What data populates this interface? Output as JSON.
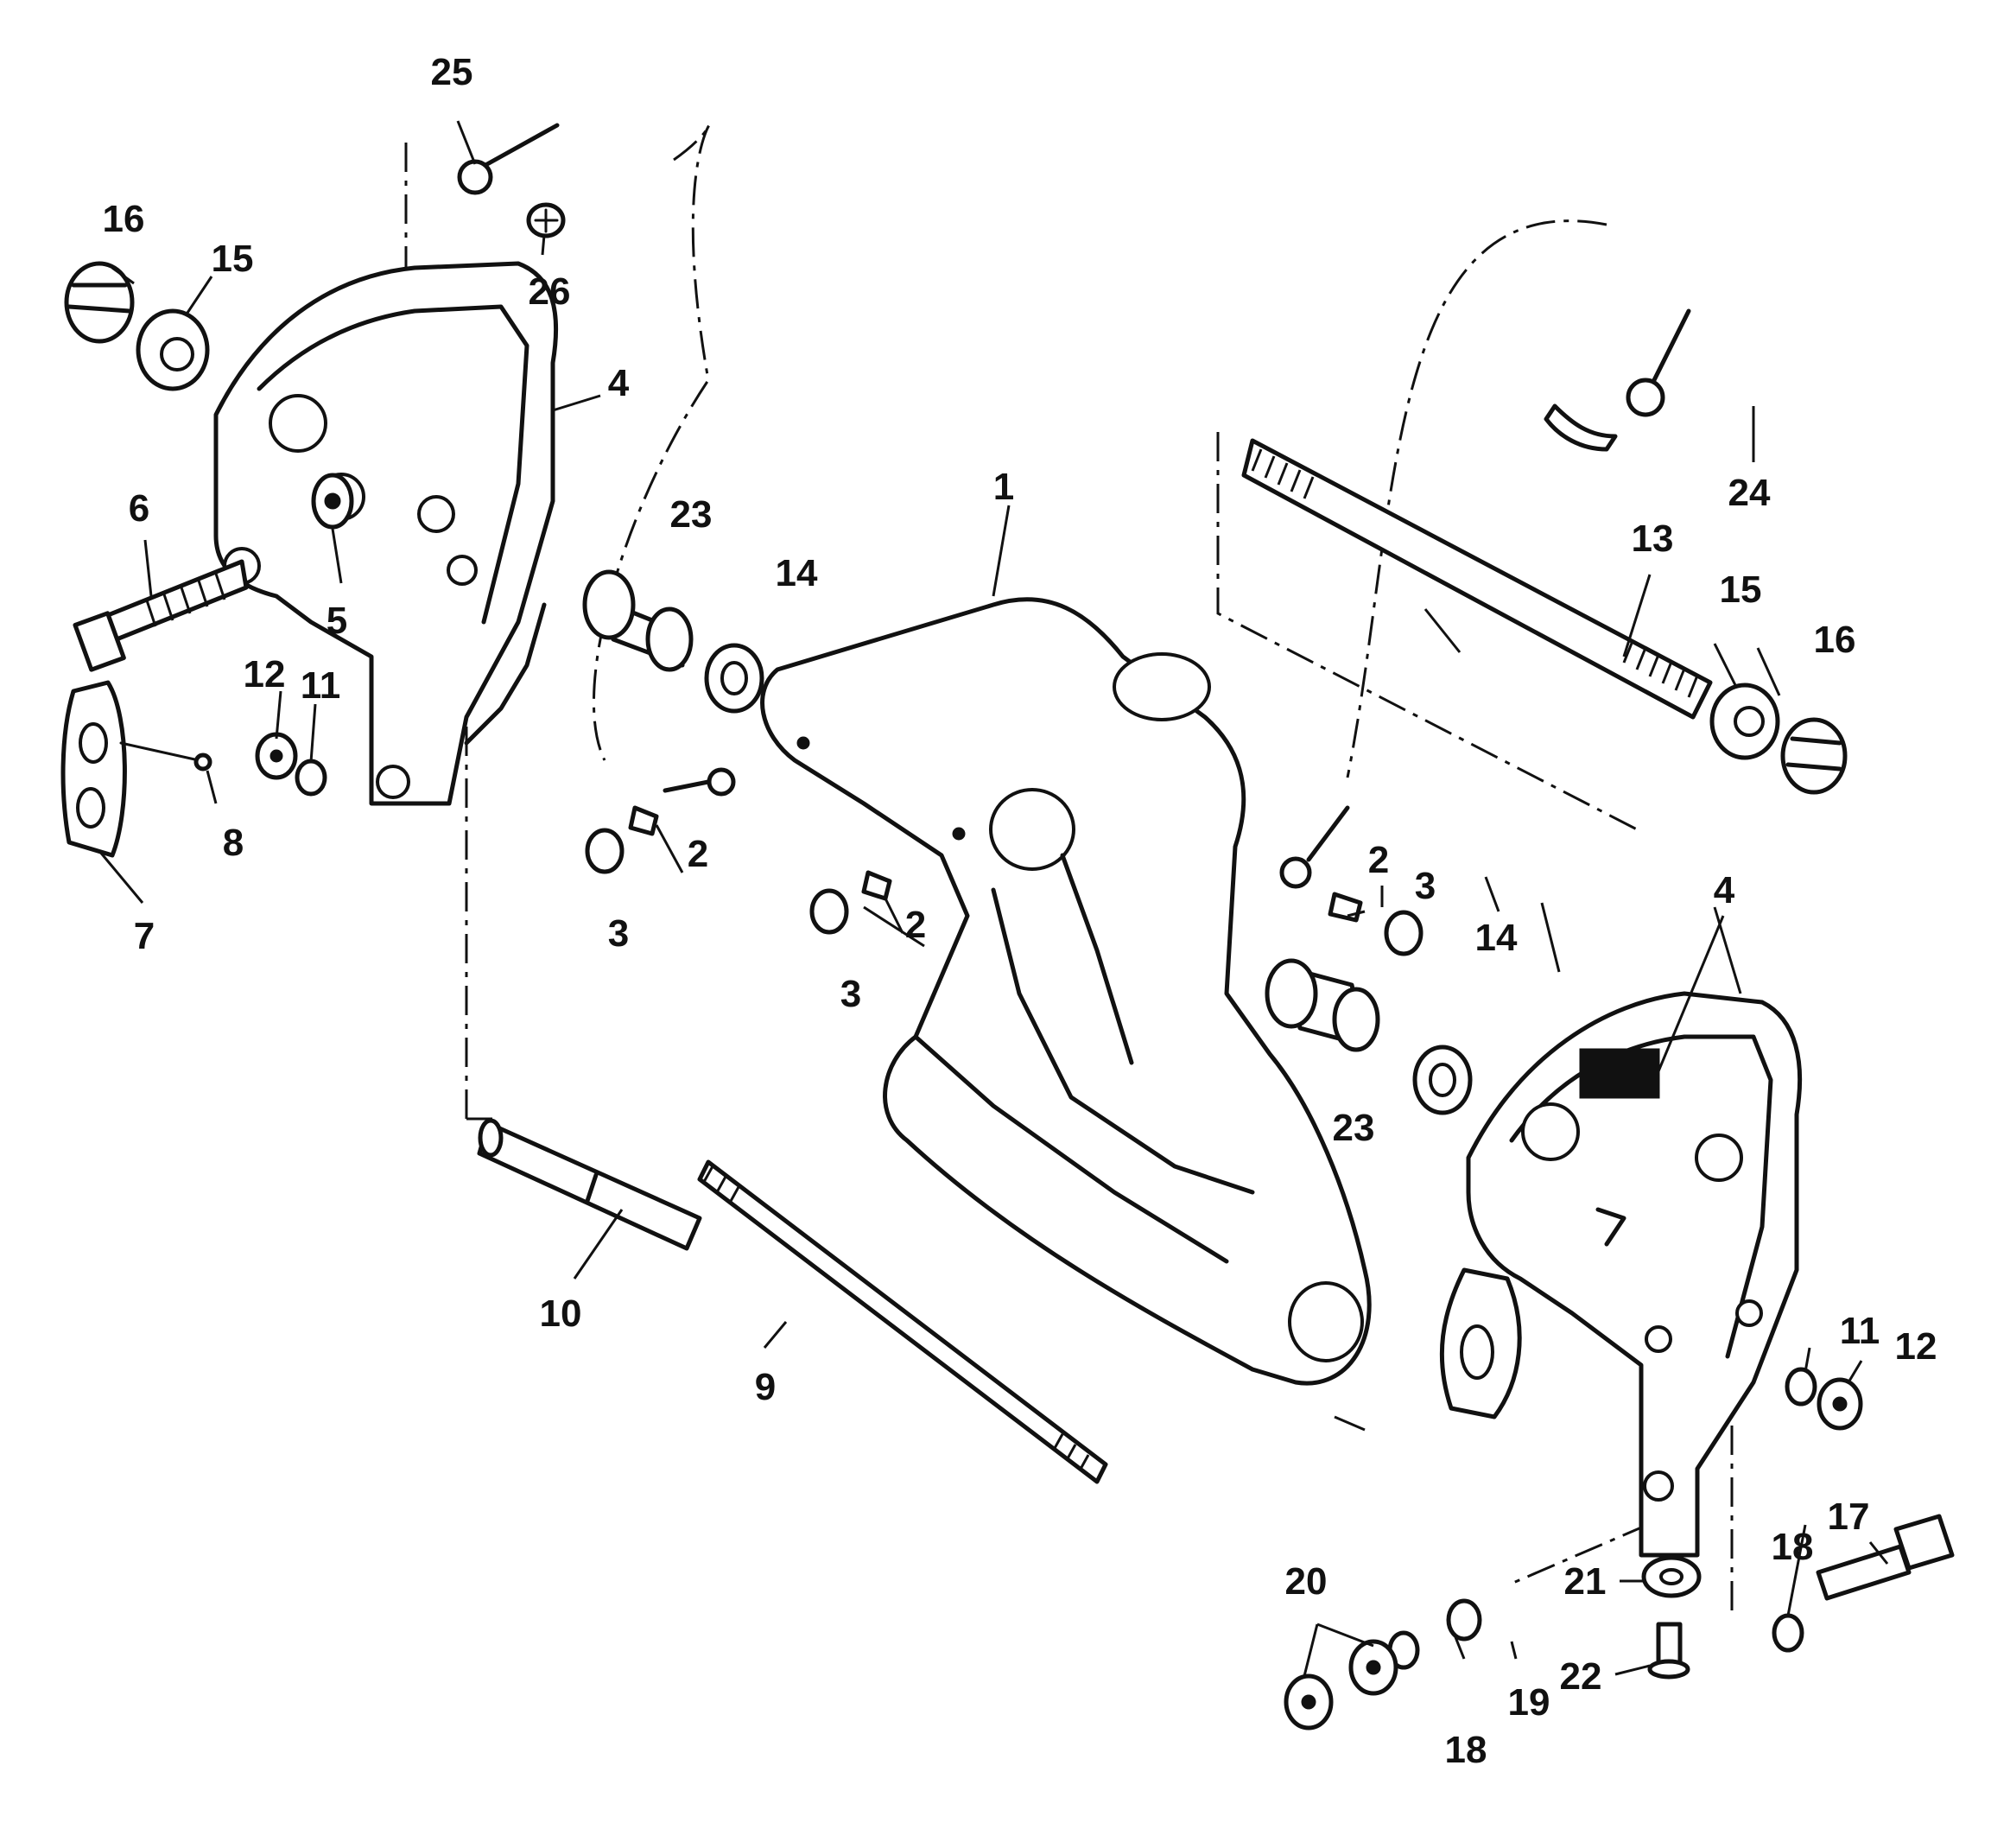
{
  "callouts": [
    {
      "id": "c1",
      "label": "1"
    },
    {
      "id": "c2a",
      "label": "2"
    },
    {
      "id": "c2b",
      "label": "2"
    },
    {
      "id": "c2c",
      "label": "2"
    },
    {
      "id": "c3a",
      "label": "3"
    },
    {
      "id": "c3b",
      "label": "3"
    },
    {
      "id": "c3c",
      "label": "3"
    },
    {
      "id": "c4a",
      "label": "4"
    },
    {
      "id": "c4b",
      "label": "4"
    },
    {
      "id": "c5",
      "label": "5"
    },
    {
      "id": "c6",
      "label": "6"
    },
    {
      "id": "c7",
      "label": "7"
    },
    {
      "id": "c8",
      "label": "8"
    },
    {
      "id": "c9",
      "label": "9"
    },
    {
      "id": "c10",
      "label": "10"
    },
    {
      "id": "c11a",
      "label": "11"
    },
    {
      "id": "c11b",
      "label": "11"
    },
    {
      "id": "c12a",
      "label": "12"
    },
    {
      "id": "c12b",
      "label": "12"
    },
    {
      "id": "c13",
      "label": "13"
    },
    {
      "id": "c14a",
      "label": "14"
    },
    {
      "id": "c14b",
      "label": "14"
    },
    {
      "id": "c15a",
      "label": "15"
    },
    {
      "id": "c15b",
      "label": "15"
    },
    {
      "id": "c16a",
      "label": "16"
    },
    {
      "id": "c16b",
      "label": "16"
    },
    {
      "id": "c17",
      "label": "17"
    },
    {
      "id": "c18a",
      "label": "18"
    },
    {
      "id": "c18b",
      "label": "18"
    },
    {
      "id": "c19",
      "label": "19"
    },
    {
      "id": "c20",
      "label": "20"
    },
    {
      "id": "c21",
      "label": "21"
    },
    {
      "id": "c22",
      "label": "22"
    },
    {
      "id": "c23a",
      "label": "23"
    },
    {
      "id": "c23b",
      "label": "23"
    },
    {
      "id": "c24",
      "label": "24"
    },
    {
      "id": "c25",
      "label": "25"
    },
    {
      "id": "c26",
      "label": "26"
    }
  ]
}
